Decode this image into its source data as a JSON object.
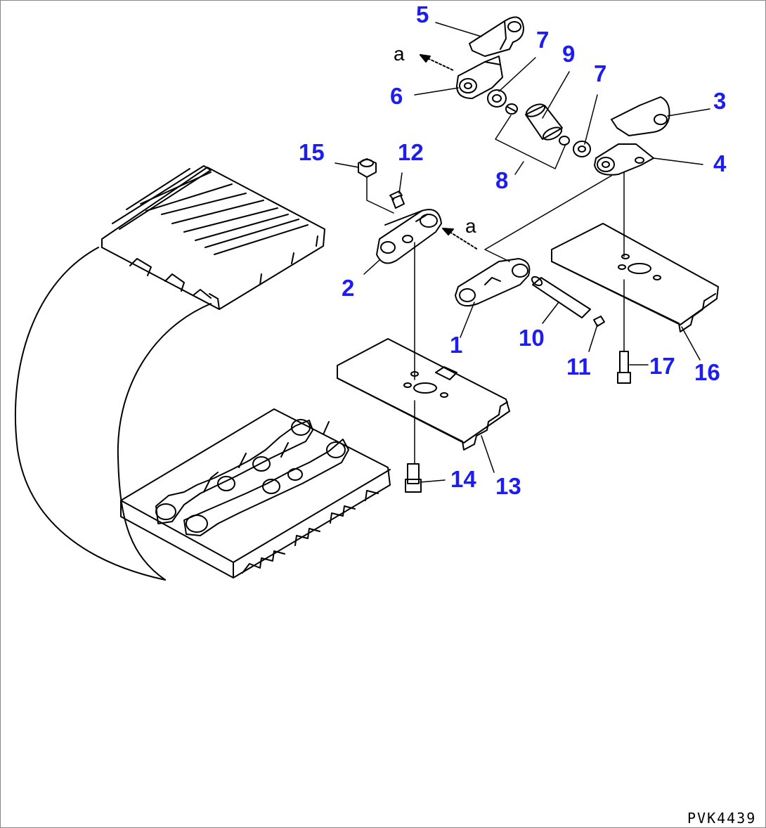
{
  "colors": {
    "callout": "#1d1df0",
    "line": "#000000",
    "frame": "#888888",
    "background": "#ffffff"
  },
  "view_marker": {
    "letter": "a"
  },
  "callouts": [
    {
      "id": "c1",
      "label": "1"
    },
    {
      "id": "c2",
      "label": "2"
    },
    {
      "id": "c3",
      "label": "3"
    },
    {
      "id": "c4",
      "label": "4"
    },
    {
      "id": "c5",
      "label": "5"
    },
    {
      "id": "c6",
      "label": "6"
    },
    {
      "id": "c7a",
      "label": "7"
    },
    {
      "id": "c7b",
      "label": "7"
    },
    {
      "id": "c8",
      "label": "8"
    },
    {
      "id": "c9",
      "label": "9"
    },
    {
      "id": "c10",
      "label": "10"
    },
    {
      "id": "c11",
      "label": "11"
    },
    {
      "id": "c12",
      "label": "12"
    },
    {
      "id": "c13",
      "label": "13"
    },
    {
      "id": "c14",
      "label": "14"
    },
    {
      "id": "c15",
      "label": "15"
    },
    {
      "id": "c16",
      "label": "16"
    },
    {
      "id": "c17",
      "label": "17"
    }
  ],
  "drawing_code": "PVK4439"
}
